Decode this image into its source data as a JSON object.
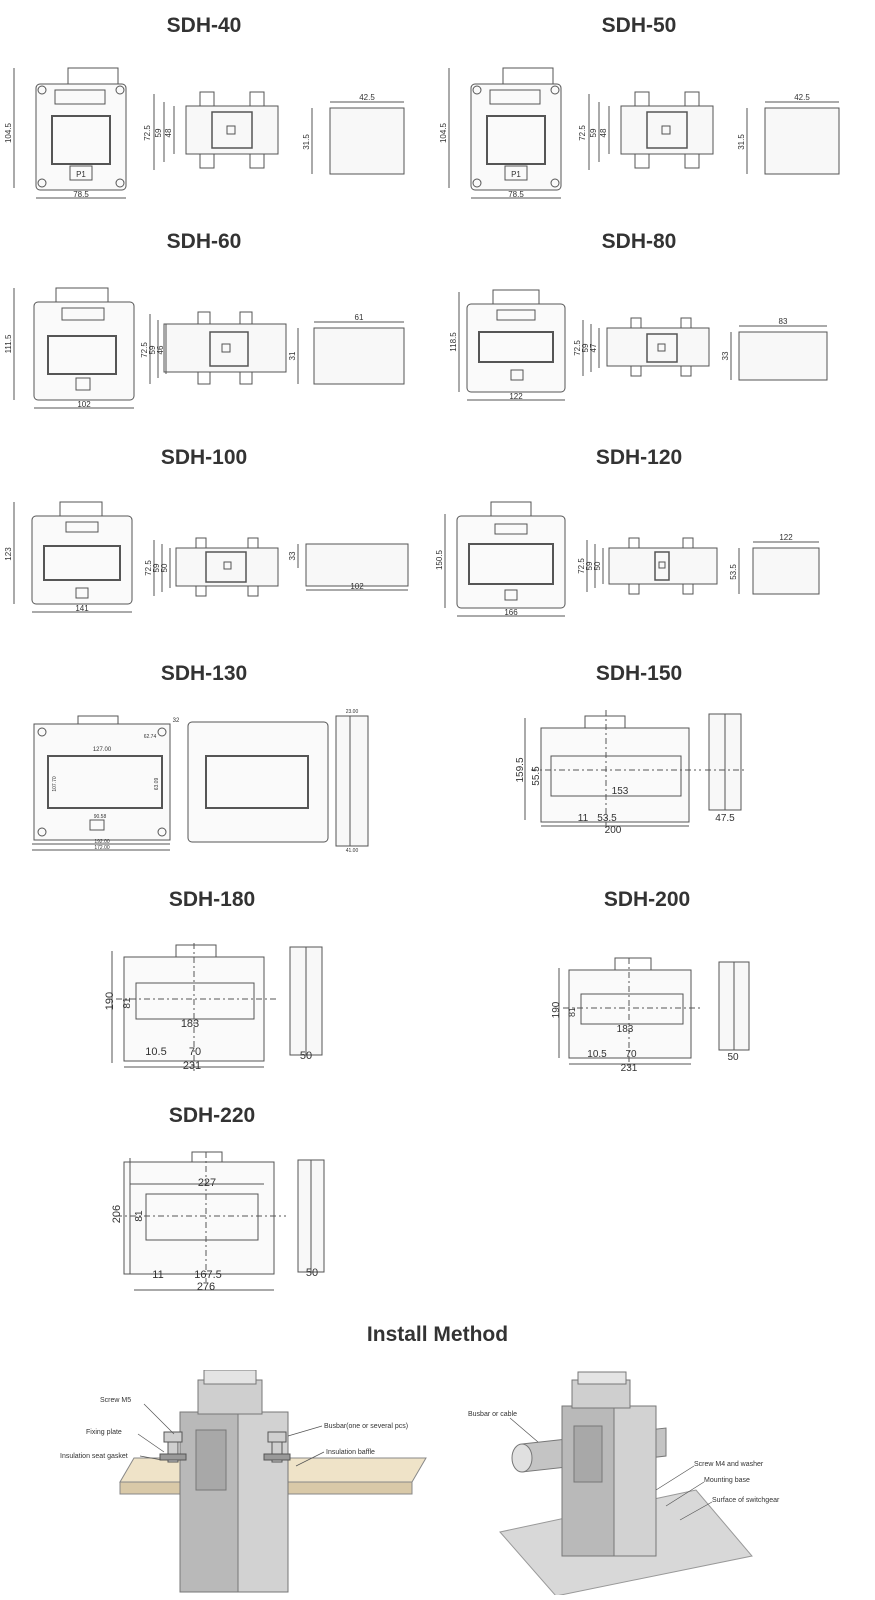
{
  "models": [
    {
      "id": "sdh40",
      "title": "SDH-40",
      "h": "104.5",
      "w": "78.5",
      "s1": "72.5",
      "s2": "59",
      "s3": "48",
      "d": "31.5",
      "dw": "42.5",
      "mark": "P1"
    },
    {
      "id": "sdh50",
      "title": "SDH-50",
      "h": "104.5",
      "w": "78.5",
      "s1": "72.5",
      "s2": "59",
      "s3": "48",
      "d": "31.5",
      "dw": "42.5",
      "mark": "P1"
    },
    {
      "id": "sdh60",
      "title": "SDH-60",
      "h": "111.5",
      "w": "102",
      "s1": "72.5",
      "s2": "59",
      "s3": "46",
      "d": "31",
      "dw": "61",
      "mark": ""
    },
    {
      "id": "sdh80",
      "title": "SDH-80",
      "h": "118.5",
      "w": "122",
      "s1": "72.5",
      "s2": "59",
      "s3": "47",
      "d": "33",
      "dw": "83",
      "mark": ""
    },
    {
      "id": "sdh100",
      "title": "SDH-100",
      "h": "123",
      "w": "141",
      "s1": "72.5",
      "s2": "59",
      "s3": "50",
      "d": "33",
      "dw": "102",
      "mark": ""
    },
    {
      "id": "sdh120",
      "title": "SDH-120",
      "h": "150.5",
      "w": "166",
      "s1": "72.5",
      "s2": "59",
      "s3": "50",
      "d": "53.5",
      "dw": "122",
      "mark": ""
    }
  ],
  "sdh130": {
    "title": "SDH-130",
    "d1": "127.00",
    "d2": "107.70",
    "d3": "63.09",
    "d4": "90.58",
    "d5": "192.00",
    "d6": "172.00",
    "d7": "23.00",
    "d8": "41.00",
    "d9": "62.74",
    "d10": "32"
  },
  "sdh150": {
    "title": "SDH-150",
    "h": "159.5",
    "in_h": "55.5",
    "in_w": "153",
    "off": "11",
    "gap": "53.5",
    "w": "200",
    "d": "47.5"
  },
  "sdh180": {
    "title": "SDH-180",
    "h": "190",
    "in_h": "81",
    "in_w": "183",
    "off": "10.5",
    "gap": "70",
    "w": "231",
    "d": "50"
  },
  "sdh200": {
    "title": "SDH-200",
    "h": "190",
    "in_h": "81",
    "in_w": "183",
    "off": "10.5",
    "gap": "70",
    "w": "231",
    "d": "50"
  },
  "sdh220": {
    "title": "SDH-220",
    "top": "227",
    "h": "206",
    "in_h": "81",
    "off": "11",
    "gap": "167.5",
    "w": "276",
    "d": "50"
  },
  "install": {
    "title": "Install Method",
    "left_labels": [
      "Screw M5",
      "Fixing plate",
      "Insulation seat gasket",
      "Busbar(one or several pcs)",
      "Insulation baffle"
    ],
    "right_labels": [
      "Busbar or cable",
      "Screw M4 and washer",
      "Mounting base",
      "Surface of switchgear"
    ]
  },
  "colors": {
    "line": "#555555",
    "body": "#e6e6e6",
    "shade": "#bfbfbf"
  }
}
